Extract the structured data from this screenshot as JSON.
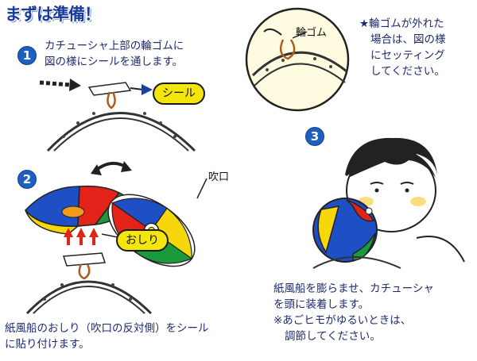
{
  "title": "まずは準備！",
  "step1": {
    "number": "1",
    "text_lines": [
      "カチューシャ上部の輪ゴムに",
      "図の様にシールを通します。"
    ],
    "seal_label": "シール"
  },
  "note": {
    "rubber_label": "輪ゴム",
    "text_lines": [
      "★輪ゴムが外れた",
      "場合は、図の様",
      "にセッティング",
      "してください。"
    ]
  },
  "step2": {
    "number": "2",
    "mouth_label": "吹口",
    "bottom_label": "おしり",
    "text_lines": [
      "紙風船のおしり（吹口の反対側）をシール",
      "に貼り付けます。"
    ]
  },
  "step3": {
    "number": "3",
    "text_lines": [
      "紙風船を膨らませ、カチューシャ",
      "を頭に装着します。",
      "※あごヒモがゆるいときは、",
      "調節してください。"
    ]
  },
  "icons": [
    "arrow-right-icon",
    "curved-arrows-icon",
    "up-arrows-icon"
  ],
  "colors": {
    "title": "#1b3b9a",
    "number_badge": "#1e5fbf",
    "label_pill": "#f4e50a",
    "balloon_red": "#e2231a",
    "balloon_blue": "#1f4fc4",
    "balloon_green": "#1a9a3a",
    "balloon_yellow": "#f6d70c"
  }
}
